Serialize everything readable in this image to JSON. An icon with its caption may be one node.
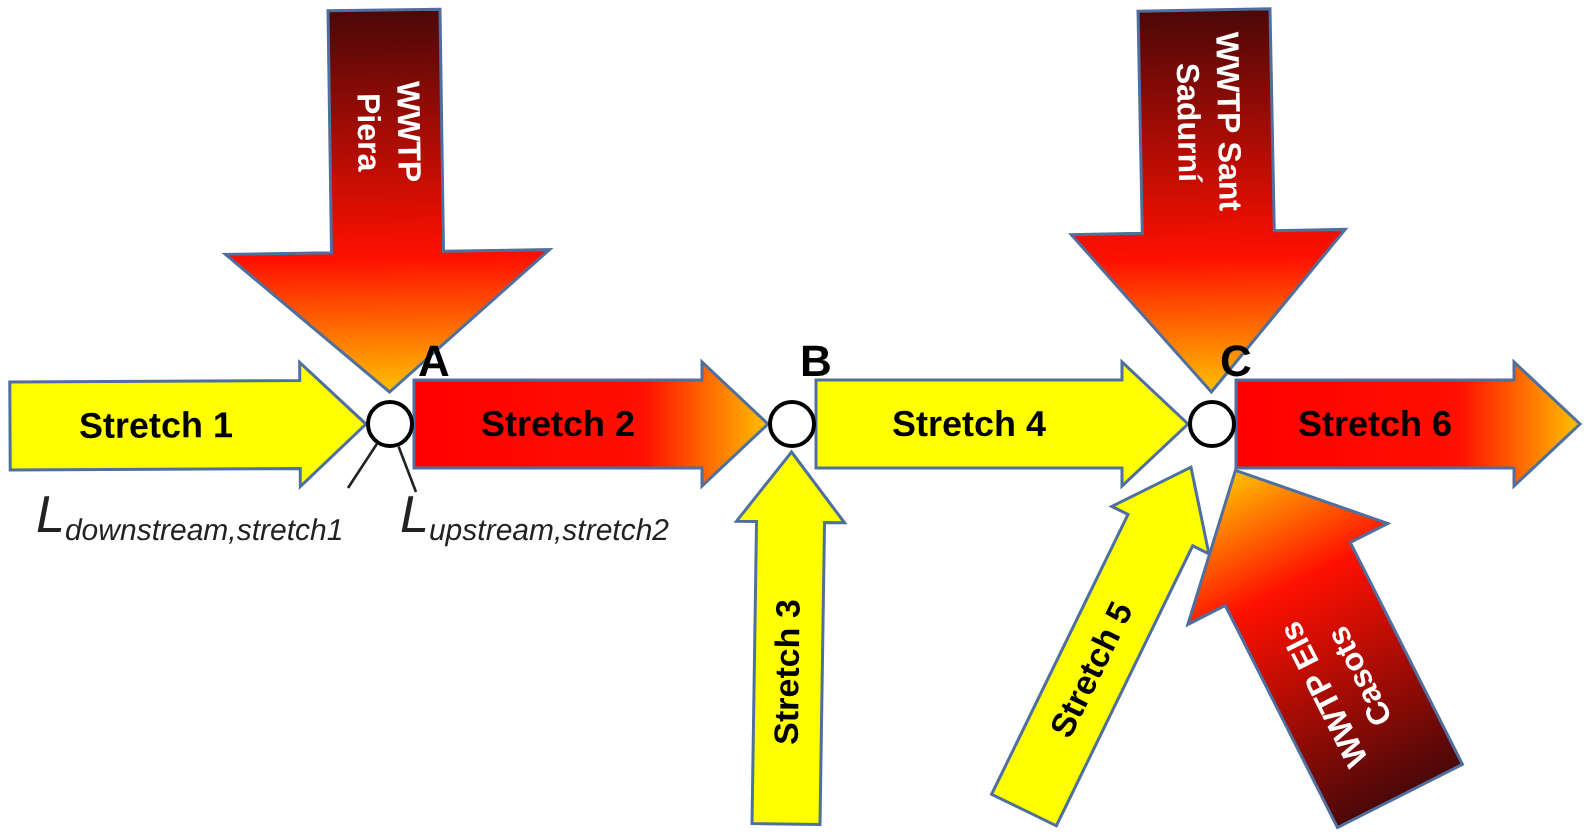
{
  "diagram": {
    "nodes": [
      {
        "text": [
          "A"
        ]
      },
      {
        "text": [
          "B"
        ]
      },
      {
        "text": [
          "C"
        ]
      },
      {
        "text": [
          "L$_{downstream,stretch1}$"
        ]
      },
      {
        "text": [
          "L$_{upstream,stretch2}$"
        ]
      }
    ],
    "edges": [
      {
        "from": null,
        "to": 0,
        "arrow": "to",
        "label": "WWTP Piera",
        "color": "#4a0808"
      },
      {
        "from": null,
        "to": 0,
        "arrow": "to",
        "label": "Stretch 1"
      },
      {
        "from": 0,
        "to": 1,
        "arrow": "to",
        "label": "Stretch 2",
        "color": "#ff0000"
      },
      {
        "from": 1,
        "to": 2,
        "arrow": "to",
        "label": "Stretch 4"
      },
      {
        "from": null,
        "to": 2,
        "arrow": "to",
        "label": "WWTP Sant Sadurní",
        "color": "#4a0808"
      },
      {
        "from": 2,
        "to": null,
        "arrow": "to",
        "label": "Stretch 6",
        "color": "#ff0000"
      },
      {
        "from": null,
        "to": 1,
        "arrow": "to",
        "label": "Stretch 3"
      },
      {
        "from": null,
        "to": 2,
        "arrow": "to",
        "label": "Stretch 5"
      },
      {
        "from": null,
        "to": 2,
        "arrow": "to",
        "label": "WWTP Els Casots",
        "color": "#4a0808"
      },
      {
        "from": 3,
        "to": 0,
        "arrow": "none"
      },
      {
        "from": 4,
        "to": 0,
        "arrow": "none"
      }
    ]
  }
}
